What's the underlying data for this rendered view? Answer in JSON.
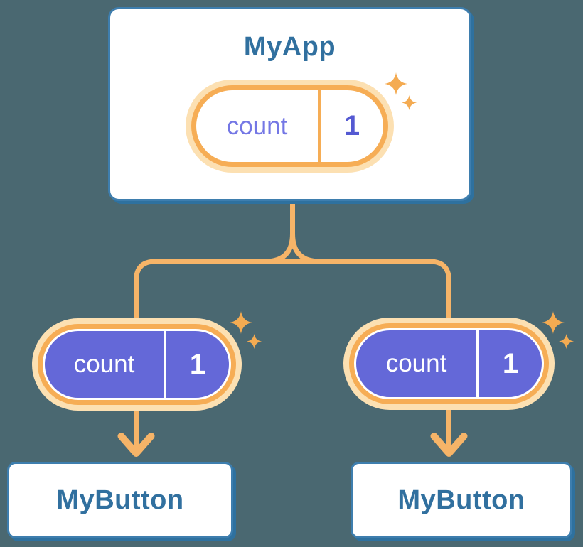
{
  "diagram": {
    "root": {
      "title": "MyApp",
      "state": {
        "name": "count",
        "value": "1"
      }
    },
    "children": [
      {
        "title": "MyButton",
        "state": {
          "name": "count",
          "value": "1"
        }
      },
      {
        "title": "MyButton",
        "state": {
          "name": "count",
          "value": "1"
        }
      }
    ]
  },
  "icons": {
    "sparkle": "sparkle-icon",
    "arrow": "arrow-down-icon"
  },
  "colors": {
    "background": "#4A6871",
    "card_fill": "#FFFFFF",
    "card_border": "#3E7EAE",
    "card_shadow": "#2E719F",
    "title_text": "#31709F",
    "state_purple_fill": "#6468D8",
    "state_name_purple_text": "#7477E5",
    "state_value_indigo": "#5459D2",
    "pill_ring_orange": "#F6AD55",
    "pill_glow_orange": "#FCE0B2",
    "connector_orange": "#F6B468",
    "sparkle_orange": "#F4AB52"
  }
}
